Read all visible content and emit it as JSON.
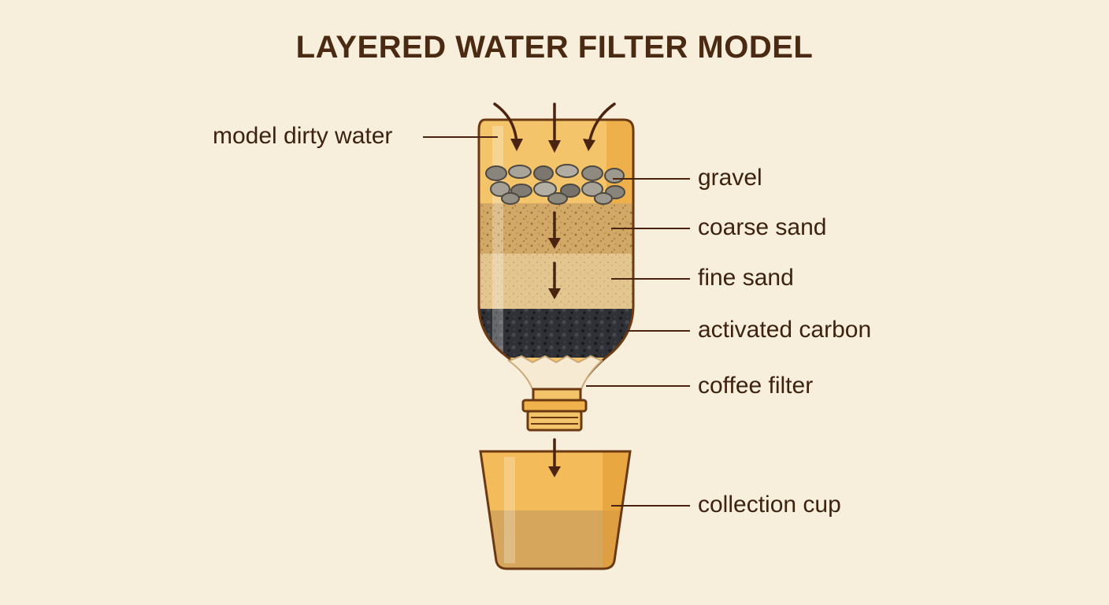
{
  "title": "LAYERED WATER FILTER MODEL",
  "labels": {
    "dirty_water": "model dirty water",
    "gravel": "gravel",
    "coarse_sand": "coarse sand",
    "fine_sand": "fine sand",
    "activated_carbon": "activated carbon",
    "coffee_filter": "coffee filter",
    "collection_cup": "collection cup"
  },
  "colors": {
    "background": "#f7efdc",
    "outline": "#6b3a12",
    "bottle": "#f3c46a",
    "gravel": "#8a857c",
    "coarse_sand": "#d2a866",
    "fine_sand": "#e3c58f",
    "carbon": "#2f3136",
    "cup": "#f3bb5a",
    "text": "#3d230f"
  }
}
